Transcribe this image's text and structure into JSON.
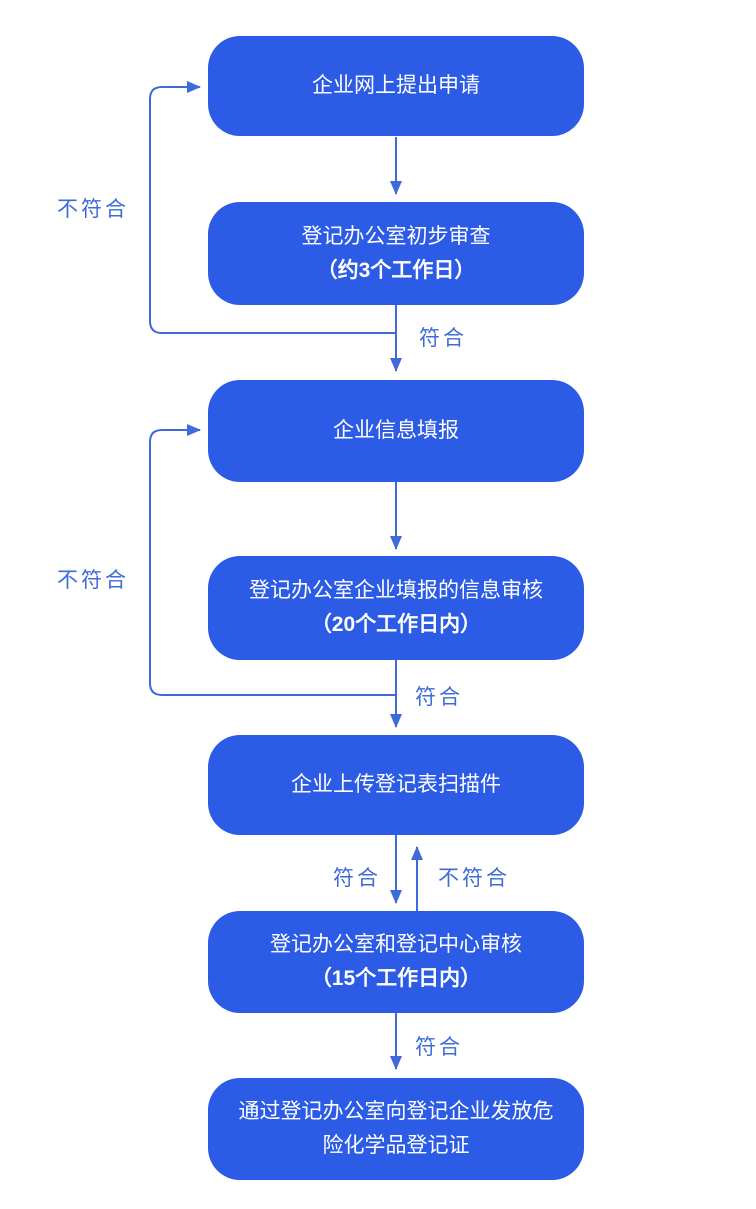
{
  "colors": {
    "box_fill": "#2C5CE5",
    "box_text": "#FFFFFF",
    "line_color": "#3E6BD9",
    "background": "#FFFFFF"
  },
  "diagram": {
    "type": "flowchart",
    "boxes": [
      {
        "id": "apply",
        "line1": "企业网上提出申请",
        "line2": ""
      },
      {
        "id": "preliminary-review",
        "line1": "登记办公室初步审查",
        "line2": "（约3个工作日）"
      },
      {
        "id": "info-fill",
        "line1": "企业信息填报",
        "line2": ""
      },
      {
        "id": "info-review",
        "line1": "登记办公室企业填报的信息审核",
        "line2": "（20个工作日内）"
      },
      {
        "id": "upload-scan",
        "line1": "企业上传登记表扫描件",
        "line2": ""
      },
      {
        "id": "center-review",
        "line1": "登记办公室和登记中心审核",
        "line2": "（15个工作日内）"
      },
      {
        "id": "issue-cert",
        "line1": "通过登记办公室向登记企业发放危险化学品登记证",
        "line2": ""
      }
    ],
    "edges": [
      {
        "from": "apply",
        "to": "preliminary-review",
        "label": ""
      },
      {
        "from": "preliminary-review",
        "to": "apply",
        "label": "不符合"
      },
      {
        "from": "preliminary-review",
        "to": "info-fill",
        "label": "符合"
      },
      {
        "from": "info-fill",
        "to": "info-review",
        "label": ""
      },
      {
        "from": "info-review",
        "to": "info-fill",
        "label": "不符合"
      },
      {
        "from": "info-review",
        "to": "upload-scan",
        "label": "符合"
      },
      {
        "from": "upload-scan",
        "to": "center-review",
        "label": "符合"
      },
      {
        "from": "center-review",
        "to": "upload-scan",
        "label": "不符合"
      },
      {
        "from": "center-review",
        "to": "issue-cert",
        "label": "符合"
      }
    ]
  }
}
